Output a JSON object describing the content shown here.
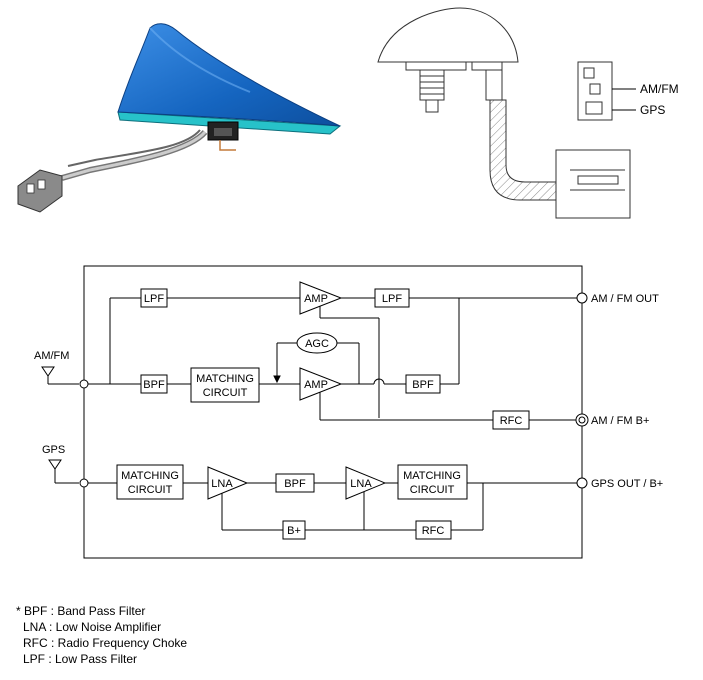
{
  "connector_labels": {
    "amfm": "AM/FM",
    "gps": "GPS"
  },
  "antenna_labels": {
    "amfm": "AM/FM",
    "gps": "GPS"
  },
  "blocks": {
    "lpf_left": "LPF",
    "amp_top": "AMP",
    "lpf_right": "LPF",
    "agc": "AGC",
    "bpf_left": "BPF",
    "matching_top_l1": "MATCHING",
    "matching_top_l2": "CIRCUIT",
    "amp_bottom": "AMP",
    "bpf_right": "BPF",
    "rfc_amfm": "RFC",
    "matching_gps_l1": "MATCHING",
    "matching_gps_l2": "CIRCUIT",
    "lna_1": "LNA",
    "bpf_gps": "BPF",
    "lna_2": "LNA",
    "matching_gps2_l1": "MATCHING",
    "matching_gps2_l2": "CIRCUIT",
    "b_plus": "B+",
    "rfc_gps": "RFC"
  },
  "outputs": {
    "amfm_out": "AM / FM OUT",
    "amfm_bplus": "AM / FM B+",
    "gps_out": "GPS OUT / B+"
  },
  "legend": [
    "* BPF : Band Pass Filter",
    "LNA : Low Noise Amplifier",
    "RFC : Radio Frequency Choke",
    "LPF : Low Pass Filter"
  ],
  "colors": {
    "antenna_blue": "#1a6fc8",
    "antenna_base": "#27c2c9",
    "line": "#000000"
  }
}
